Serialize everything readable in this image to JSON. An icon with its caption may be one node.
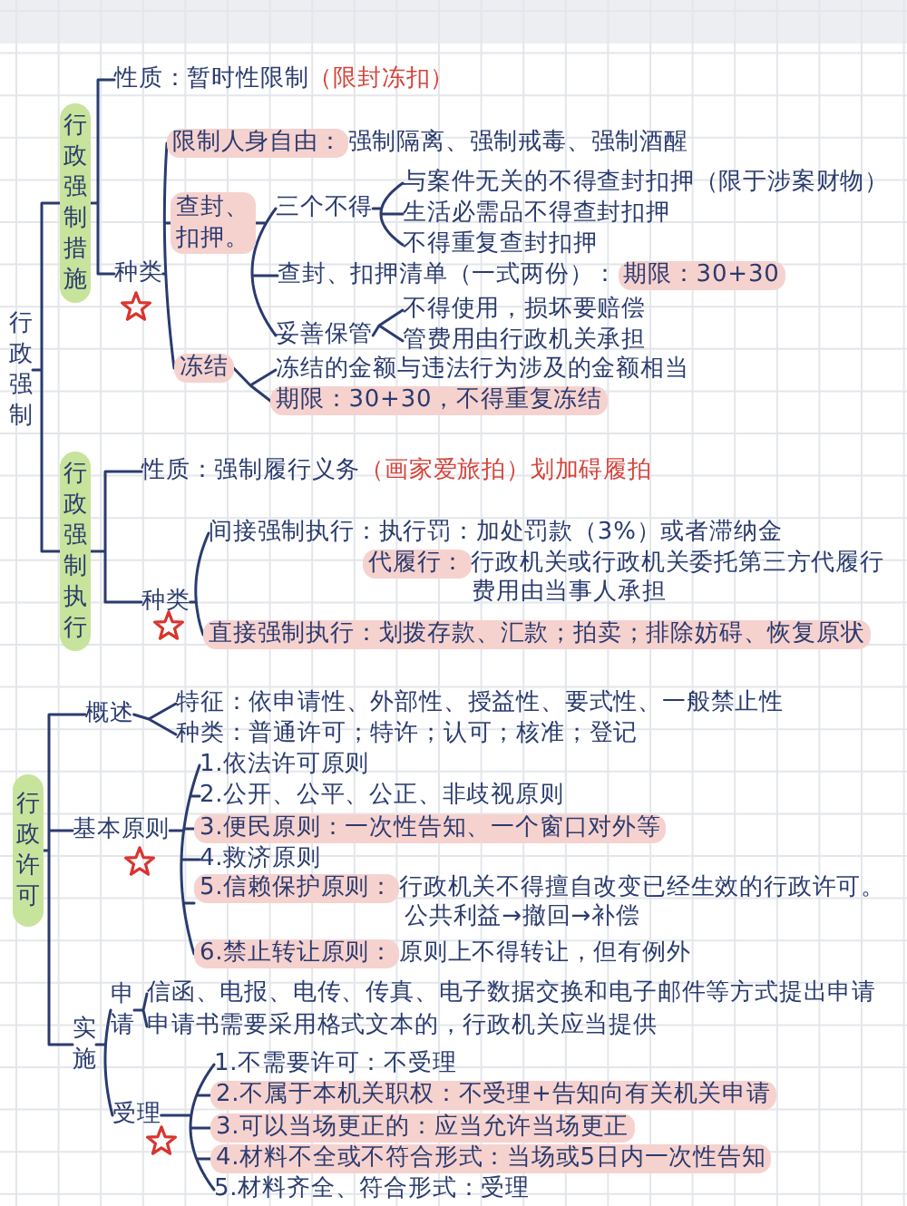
{
  "diagram": {
    "nodes": [
      {
        "text": [
          "行政强制"
        ]
      },
      {
        "text": [
          "行政强制措施"
        ]
      },
      {
        "text": [
          "性质：暂时性限制",
          "（限封冻扣）"
        ]
      },
      {
        "text": [
          "种类"
        ]
      },
      {
        "text": [
          "限制人身自由：",
          "强制隔离、强制戒毒、强制酒醒"
        ]
      },
      {
        "text": [
          "查封、扣押。"
        ]
      },
      {
        "text": [
          "三个不得"
        ]
      },
      {
        "text": [
          "与案件无关的不得查封扣押（限于涉案财物）"
        ]
      },
      {
        "text": [
          "生活必需品不得查封扣押"
        ]
      },
      {
        "text": [
          "不得重复查封扣押"
        ]
      },
      {
        "text": [
          "查封、扣押清单（一式两份）：",
          "期限：30+30"
        ]
      },
      {
        "text": [
          "妥善保管"
        ]
      },
      {
        "text": [
          "不得使用，损坏要赔偿"
        ]
      },
      {
        "text": [
          "管费用由行政机关承担"
        ]
      },
      {
        "text": [
          "冻结"
        ]
      },
      {
        "text": [
          "冻结的金额与违法行为涉及的金额相当"
        ]
      },
      {
        "text": [
          "期限：30+30，不得重复冻结"
        ]
      },
      {
        "text": [
          "行政强制执行"
        ]
      },
      {
        "text": [
          "性质：强制履行义务",
          "（画家爱旅拍）划加碍履拍"
        ]
      },
      {
        "text": [
          "种类"
        ]
      },
      {
        "text": [
          "间接强制执行：执行罚：加处罚款（3%）或者滞纳金"
        ]
      },
      {
        "text": [
          "代履行：",
          "行政机关或行政机关委托第三方代履行",
          "费用由当事人承担"
        ]
      },
      {
        "text": [
          "直接强制执行：划拨存款、汇款；拍卖；排除妨碍、恢复原状"
        ]
      },
      {
        "text": [
          "行政许可"
        ]
      },
      {
        "text": [
          "概述"
        ]
      },
      {
        "text": [
          "特征：依申请性、外部性、授益性、要式性、一般禁止性"
        ]
      },
      {
        "text": [
          "种类：普通许可；特许；认可；核准；登记"
        ]
      },
      {
        "text": [
          "基本原则"
        ]
      },
      {
        "text": [
          "1.依法许可原则"
        ]
      },
      {
        "text": [
          "2.公开、公平、公正、非歧视原则"
        ]
      },
      {
        "text": [
          "3.便民原则：一次性告知、一个窗口对外等"
        ]
      },
      {
        "text": [
          "4.救济原则"
        ]
      },
      {
        "text": [
          "5.信赖保护原则：",
          "行政机关不得擅自改变已经生效的行政许可。",
          "公共利益→撤回→补偿"
        ]
      },
      {
        "text": [
          "6.禁止转让原则：",
          "原则上不得转让，但有例外"
        ]
      },
      {
        "text": [
          "实施"
        ]
      },
      {
        "text": [
          "申请"
        ]
      },
      {
        "text": [
          "信函、电报、电传、传真、电子数据交换和电子邮件等方式提出申请"
        ]
      },
      {
        "text": [
          "申请书需要采用格式文本的，行政机关应当提供"
        ]
      },
      {
        "text": [
          "受理"
        ]
      },
      {
        "text": [
          "1.不需要许可：不受理"
        ]
      },
      {
        "text": [
          "2.不属于本机关职权：不受理+告知向有关机关申请"
        ]
      },
      {
        "text": [
          "3.可以当场更正的：应当允许当场更正"
        ]
      },
      {
        "text": [
          "4.材料不全或不符合形式：当场或5日内一次性告知"
        ]
      },
      {
        "text": [
          "5.材料齐全、符合形式：受理"
        ]
      }
    ],
    "edges": [
      {
        "from": 0,
        "to": 1,
        "arrow": "none"
      },
      {
        "from": 0,
        "to": 17,
        "arrow": "none"
      },
      {
        "from": 1,
        "to": 2,
        "arrow": "none"
      },
      {
        "from": 1,
        "to": 3,
        "arrow": "none"
      },
      {
        "from": 3,
        "to": 4,
        "arrow": "none"
      },
      {
        "from": 3,
        "to": 5,
        "arrow": "none"
      },
      {
        "from": 3,
        "to": 14,
        "arrow": "none"
      },
      {
        "from": 5,
        "to": 6,
        "arrow": "none"
      },
      {
        "from": 5,
        "to": 10,
        "arrow": "none"
      },
      {
        "from": 5,
        "to": 11,
        "arrow": "none"
      },
      {
        "from": 6,
        "to": 7,
        "arrow": "none"
      },
      {
        "from": 6,
        "to": 8,
        "arrow": "none"
      },
      {
        "from": 6,
        "to": 9,
        "arrow": "none"
      },
      {
        "from": 11,
        "to": 12,
        "arrow": "none"
      },
      {
        "from": 11,
        "to": 13,
        "arrow": "none"
      },
      {
        "from": 14,
        "to": 15,
        "arrow": "none"
      },
      {
        "from": 14,
        "to": 16,
        "arrow": "none"
      },
      {
        "from": 17,
        "to": 18,
        "arrow": "none"
      },
      {
        "from": 17,
        "to": 19,
        "arrow": "none"
      },
      {
        "from": 19,
        "to": 20,
        "arrow": "none"
      },
      {
        "from": 19,
        "to": 22,
        "arrow": "none"
      },
      {
        "from": 23,
        "to": 24,
        "arrow": "none"
      },
      {
        "from": 23,
        "to": 27,
        "arrow": "none"
      },
      {
        "from": 23,
        "to": 34,
        "arrow": "none"
      },
      {
        "from": 24,
        "to": 25,
        "arrow": "none"
      },
      {
        "from": 24,
        "to": 26,
        "arrow": "none"
      },
      {
        "from": 27,
        "to": 28,
        "arrow": "none"
      },
      {
        "from": 27,
        "to": 29,
        "arrow": "none"
      },
      {
        "from": 27,
        "to": 30,
        "arrow": "none"
      },
      {
        "from": 27,
        "to": 31,
        "arrow": "none"
      },
      {
        "from": 27,
        "to": 32,
        "arrow": "none"
      },
      {
        "from": 27,
        "to": 33,
        "arrow": "none"
      },
      {
        "from": 34,
        "to": 35,
        "arrow": "none"
      },
      {
        "from": 34,
        "to": 38,
        "arrow": "none"
      },
      {
        "from": 35,
        "to": 36,
        "arrow": "none"
      },
      {
        "from": 35,
        "to": 37,
        "arrow": "none"
      },
      {
        "from": 38,
        "to": 39,
        "arrow": "none"
      },
      {
        "from": 38,
        "to": 40,
        "arrow": "none"
      },
      {
        "from": 38,
        "to": 41,
        "arrow": "none"
      },
      {
        "from": 38,
        "to": 42,
        "arrow": "none"
      },
      {
        "from": 38,
        "to": 43,
        "arrow": "none"
      }
    ]
  }
}
